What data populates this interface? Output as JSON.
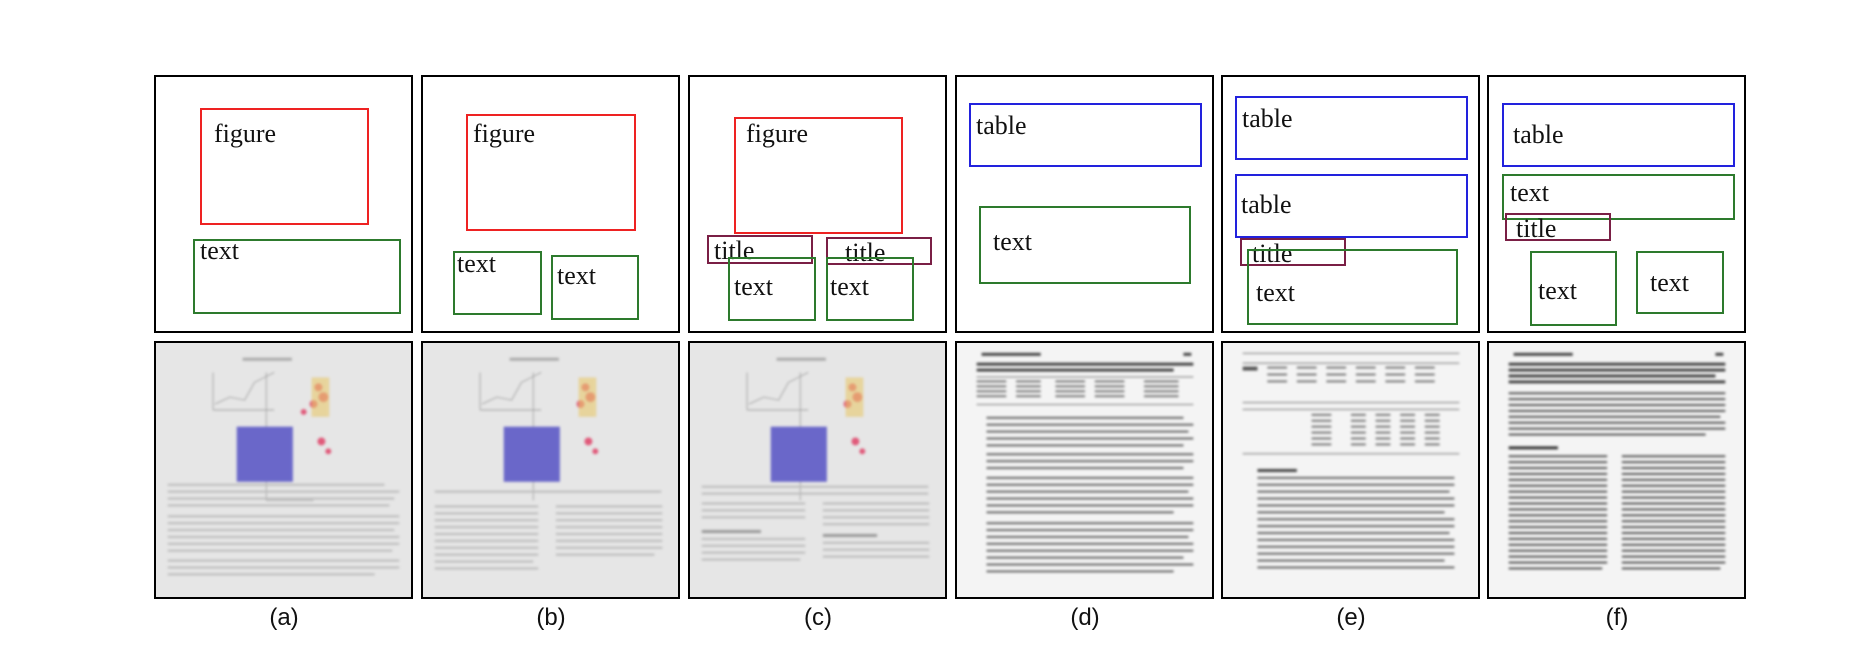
{
  "panels": [
    {
      "caption": "(a)",
      "boxes": [
        {
          "kind": "figure",
          "label": "figure"
        },
        {
          "kind": "text",
          "label": "text"
        }
      ]
    },
    {
      "caption": "(b)",
      "boxes": [
        {
          "kind": "figure",
          "label": "figure"
        },
        {
          "kind": "text",
          "label": "text"
        },
        {
          "kind": "text",
          "label": "text"
        }
      ]
    },
    {
      "caption": "(c)",
      "boxes": [
        {
          "kind": "figure",
          "label": "figure"
        },
        {
          "kind": "title",
          "label": "title"
        },
        {
          "kind": "title",
          "label": "title"
        },
        {
          "kind": "text",
          "label": "text"
        },
        {
          "kind": "text",
          "label": "text"
        }
      ]
    },
    {
      "caption": "(d)",
      "boxes": [
        {
          "kind": "table",
          "label": "table"
        },
        {
          "kind": "text",
          "label": "text"
        }
      ]
    },
    {
      "caption": "(e)",
      "boxes": [
        {
          "kind": "table",
          "label": "table"
        },
        {
          "kind": "table",
          "label": "table"
        },
        {
          "kind": "title",
          "label": "title"
        },
        {
          "kind": "text",
          "label": "text"
        }
      ]
    },
    {
      "caption": "(f)",
      "boxes": [
        {
          "kind": "table",
          "label": "table"
        },
        {
          "kind": "text",
          "label": "text"
        },
        {
          "kind": "title",
          "label": "title"
        },
        {
          "kind": "text",
          "label": "text"
        },
        {
          "kind": "text",
          "label": "text"
        }
      ]
    }
  ],
  "colors": {
    "figure": "#ee2222",
    "table": "#2222dd",
    "text": "#2d7a2d",
    "title": "#7a1f45",
    "border": "#000000"
  }
}
